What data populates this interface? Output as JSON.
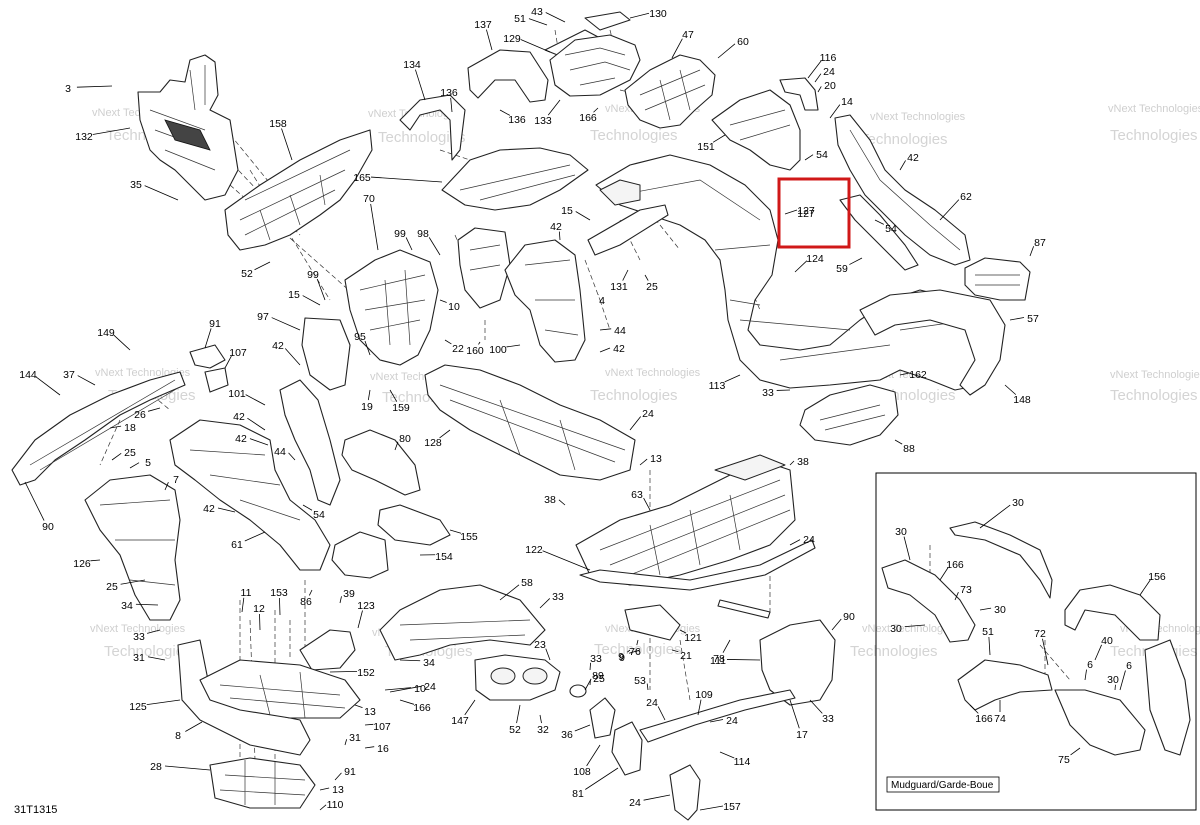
{
  "diagram": {
    "reference_code": "31T1315",
    "watermark": {
      "line1": "vNext Technologies",
      "line2": "Technologies"
    },
    "highlight": {
      "label": "127",
      "color": "#d01818"
    },
    "inset": {
      "title": "Mudguard/Garde-Boue"
    },
    "callouts": [
      "43",
      "130",
      "51",
      "137",
      "129",
      "47",
      "60",
      "3",
      "134",
      "136",
      "136",
      "133",
      "166",
      "116",
      "24",
      "20",
      "14",
      "132",
      "158",
      "165",
      "151",
      "54",
      "42",
      "35",
      "124",
      "15",
      "127",
      "62",
      "70",
      "99",
      "98",
      "42",
      "54",
      "87",
      "52",
      "99",
      "4",
      "131",
      "25",
      "59",
      "97",
      "15",
      "10",
      "44",
      "57",
      "91",
      "42",
      "95",
      "160",
      "100",
      "42",
      "149",
      "107",
      "22",
      "113",
      "162",
      "33",
      "144",
      "37",
      "101",
      "19",
      "159",
      "148",
      "26",
      "42",
      "24",
      "42",
      "128",
      "88",
      "18",
      "44",
      "80",
      "25",
      "5",
      "13",
      "38",
      "42",
      "7",
      "54",
      "63",
      "61",
      "38",
      "155",
      "122",
      "24",
      "90",
      "126",
      "154",
      "25",
      "58",
      "34",
      "86",
      "39",
      "11",
      "153",
      "123",
      "33",
      "12",
      "90",
      "33",
      "31",
      "76",
      "9",
      "21",
      "121",
      "78",
      "9",
      "111",
      "34",
      "152",
      "23",
      "33",
      "125",
      "10",
      "24",
      "25",
      "53",
      "89",
      "8",
      "13",
      "166",
      "147",
      "52",
      "32",
      "36",
      "109",
      "33",
      "107",
      "108",
      "24",
      "24",
      "31",
      "16",
      "114",
      "28",
      "13",
      "91",
      "81",
      "17",
      "110",
      "24",
      "157",
      "30",
      "30",
      "166",
      "73",
      "156",
      "30",
      "30",
      "166",
      "51",
      "40",
      "6",
      "6",
      "30",
      "72",
      "74",
      "75"
    ]
  }
}
